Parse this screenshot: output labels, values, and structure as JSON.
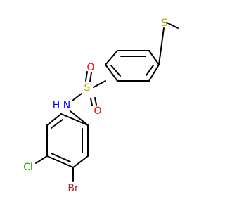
{
  "molecule": {
    "atoms": {
      "S_thio": {
        "text": "S",
        "color": "#b5a800"
      },
      "S_sulf": {
        "text": "S",
        "color": "#b5a800"
      },
      "O1": {
        "text": "O",
        "color": "#ff0000"
      },
      "O2": {
        "text": "O",
        "color": "#ff0000"
      },
      "N": {
        "text": "N",
        "color": "#0000ff"
      },
      "H": {
        "text": "H",
        "color": "#0000ff"
      },
      "Cl": {
        "text": "Cl",
        "color": "#1faa00"
      },
      "Br": {
        "text": "Br",
        "color": "#a52a2a"
      }
    },
    "bond_color": "#000000"
  }
}
